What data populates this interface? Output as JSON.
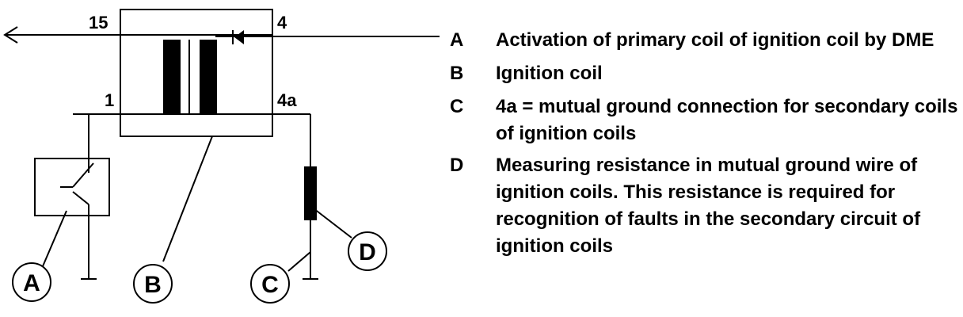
{
  "terminals": {
    "t15": "15",
    "t4": "4",
    "t1": "1",
    "t4a": "4a"
  },
  "callouts": {
    "a": "A",
    "b": "B",
    "c": "C",
    "d": "D"
  },
  "legend": [
    {
      "key": "A",
      "text": "Activation of primary coil of ignition coil by DME"
    },
    {
      "key": "B",
      "text": "Ignition coil"
    },
    {
      "key": "C",
      "text": "4a = mutual ground connection for secondary coils of ignition coils"
    },
    {
      "key": "D",
      "text": "Measuring resistance in mutual ground wire of ignition coils. This resistance is required for recognition of faults in the secondary circuit of ignition coils"
    }
  ]
}
